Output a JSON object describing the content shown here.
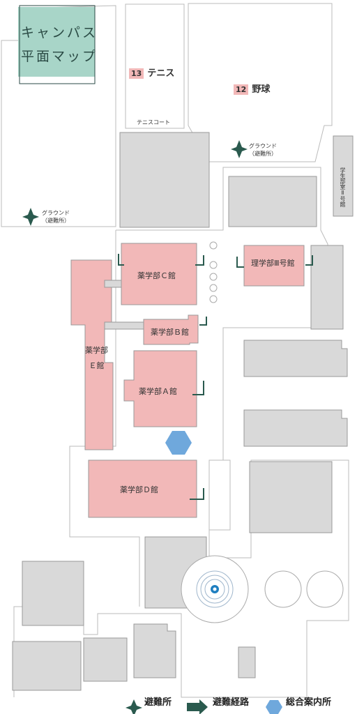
{
  "title": {
    "line1": "キャンパス",
    "line2": "平面マップ"
  },
  "fields": {
    "tennis": {
      "number": "13",
      "name": "テニス",
      "court_label": "テニスコート"
    },
    "baseball": {
      "number": "12",
      "name": "野球"
    }
  },
  "grounds": [
    {
      "label": "グラウンド",
      "sub": "（避難所）"
    },
    {
      "label": "グラウンド",
      "sub": "（避難所）"
    }
  ],
  "buildings": {
    "c": "薬学部Ｃ館",
    "b": "薬学部Ｂ館",
    "a": "薬学部Ａ館",
    "d": "薬学部Ｄ館",
    "e_line1": "薬学部",
    "e_line2": "Ｅ館",
    "r3": "理学部Ⅲ号館",
    "student_room": "学生部室Ⅱ号館"
  },
  "legend": {
    "shelter": "避難所",
    "route": "避難経路",
    "info": "総合案内所"
  },
  "colors": {
    "pharma": "#f2b8b8",
    "other": "#d9d9d9",
    "accent": "#2a5a4e",
    "info": "#6fa8dc",
    "title_bg": "#a8d5c8"
  }
}
